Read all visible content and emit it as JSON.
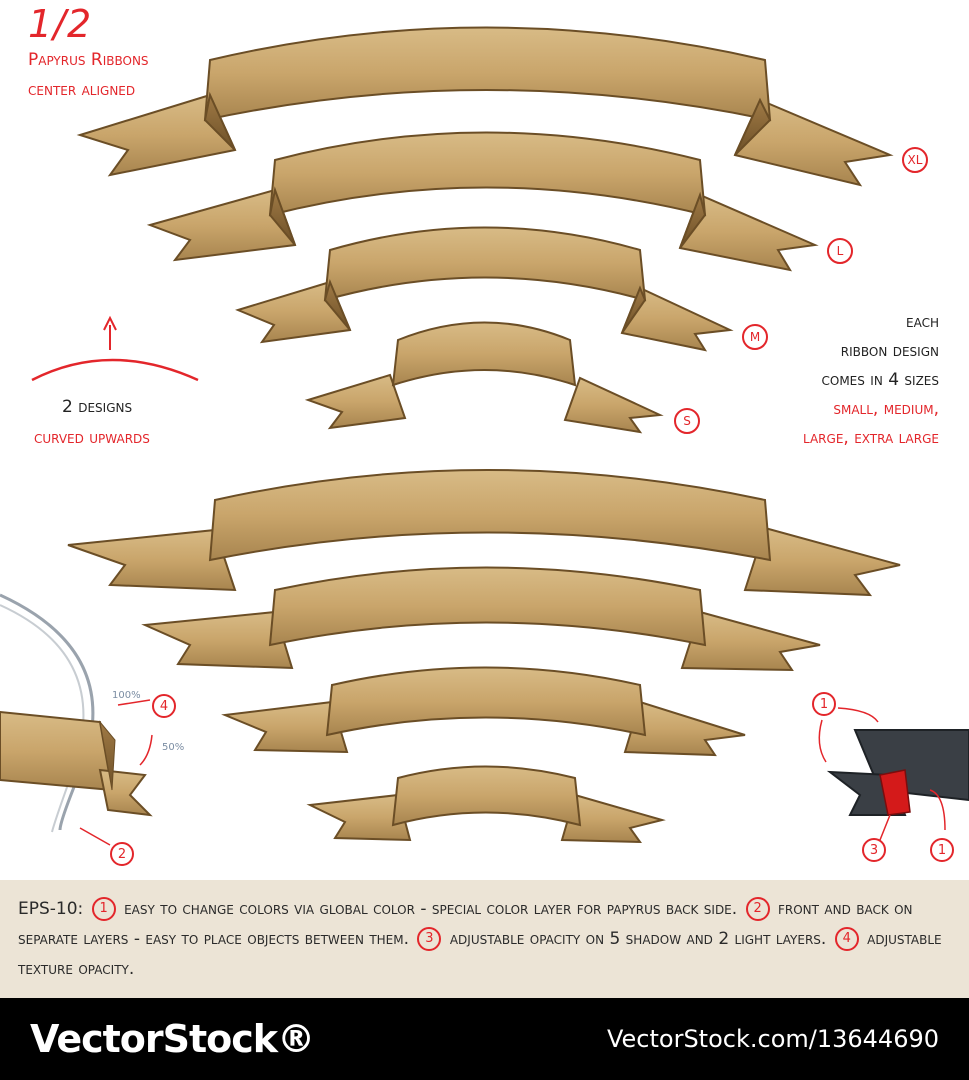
{
  "header": {
    "page_number": "1/2",
    "title_line1": "Papyrus Ribbons",
    "title_line2": "center aligned"
  },
  "left_note": {
    "line1": "2 designs",
    "line2": "curved upwards"
  },
  "sizes_note": {
    "line1": "each",
    "line2": "ribbon design",
    "line3": "comes in 4 sizes",
    "line4": "small, medium,",
    "line5": "large, extra large"
  },
  "size_tags": {
    "xl": "XL",
    "l": "L",
    "m": "M",
    "s": "S"
  },
  "detail_callouts": {
    "pct_100": "100%",
    "pct_50": "50%",
    "badge_4": "4",
    "badge_2": "2",
    "badge_1_top": "1",
    "badge_3": "3",
    "badge_1_bottom": "1"
  },
  "info": {
    "prefix": "EPS-10:",
    "badge1": "1",
    "text1": "easy to change colors via global color - special color layer for papyrus back side.",
    "badge2": "2",
    "text2": "front and back on separate layers - easy to place objects between them.",
    "badge3": "3",
    "text3": "adjustable opacity on 5 shadow and 2 light layers.",
    "badge4": "4",
    "text4": "adjustable texture opacity."
  },
  "footer": {
    "brand": "VectorStock®",
    "image_id": "VectorStock.com/13644690"
  },
  "colors": {
    "accent_red": "#e3262b",
    "papyrus": "#c9a56b",
    "papyrus_dark": "#8a6a3a",
    "detail_ribbon": "#3a3f45",
    "detail_inner": "#d41a1a",
    "info_bg": "#ece4d6",
    "footer_bg": "#000000"
  }
}
